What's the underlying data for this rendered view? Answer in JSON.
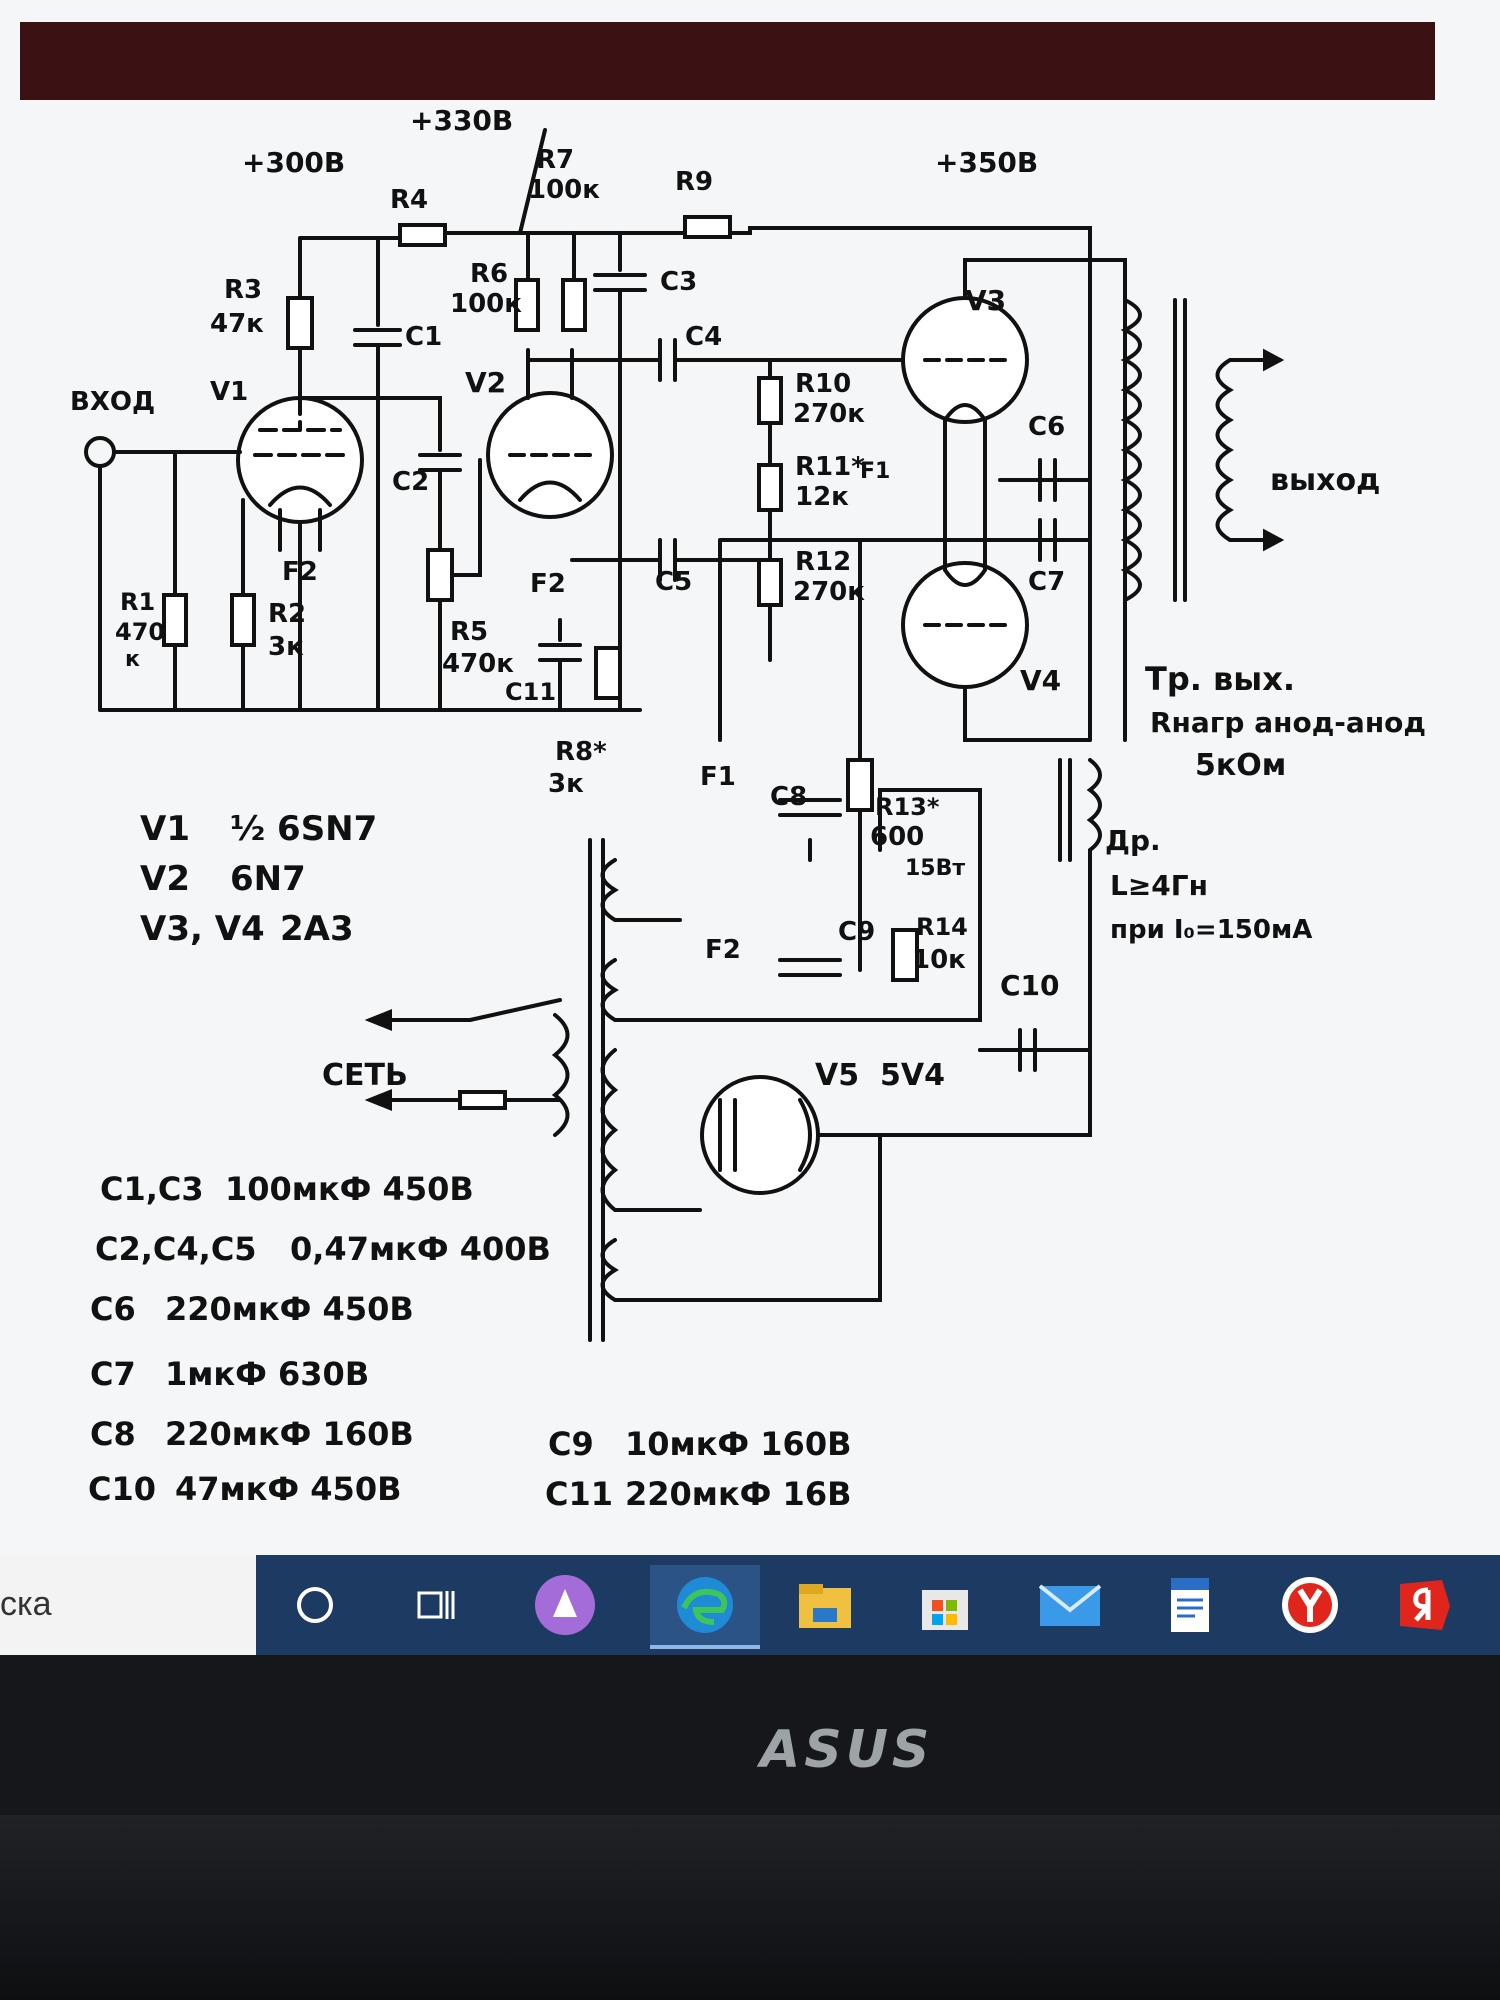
{
  "schematic": {
    "rails": {
      "v300": "+300В",
      "v330": "+330В",
      "v350": "+350В"
    },
    "io": {
      "input": "ВХОД",
      "output": "выход",
      "mains": "СЕТЬ"
    },
    "tubes": {
      "v1": "V1",
      "v2": "V2",
      "v3": "V3",
      "v4": "V4",
      "v5": "V5",
      "v5_type": "5V4"
    },
    "heaters": {
      "f1": "F1",
      "f2": "F2",
      "f1_mark": "F1"
    },
    "resistors": {
      "r1": "R1",
      "r1_val1": "470",
      "r1_val2": "к",
      "r2": "R2",
      "r2_val": "3к",
      "r3": "R3",
      "r3_val": "47к",
      "r4": "R4",
      "r5": "R5",
      "r5_val": "470к",
      "r6": "R6",
      "r6_val": "100к",
      "r7": "R7",
      "r7_val": "100к",
      "r8": "R8*",
      "r8_val": "3к",
      "r9": "R9",
      "r10": "R10",
      "r10_val": "270к",
      "r11": "R11*",
      "r11_val": "12к",
      "r12": "R12",
      "r12_val": "270к",
      "r13": "R13*",
      "r13_val": "600",
      "r13_extra": "15Вт",
      "r14": "R14",
      "r14_val": "10к"
    },
    "caps": {
      "c1": "C1",
      "c2": "C2",
      "c3": "C3",
      "c4": "C4",
      "c5": "C5",
      "c6": "C6",
      "c7": "C7",
      "c8": "C8",
      "c9": "C9",
      "c10": "C10",
      "c11": "C11"
    },
    "transformer": {
      "label": "Тр. вых.",
      "load": "Rнагр анод-анод",
      "load_val": "5кОм"
    },
    "choke": {
      "label": "Др.",
      "l": "L≥4Гн",
      "current": "при I₀=150мА"
    }
  },
  "tube_list": [
    {
      "name": "V1",
      "type": "½ 6SN7"
    },
    {
      "name": "V2",
      "type": "6N7"
    },
    {
      "name": "V3, V4",
      "type": "2A3"
    }
  ],
  "cap_list": [
    {
      "name": "C1,C3",
      "value": "100мкФ 450В"
    },
    {
      "name": "C2,C4,C5",
      "value": "0,47мкФ 400В"
    },
    {
      "name": "C6",
      "value": "220мкФ 450В"
    },
    {
      "name": "C7",
      "value": "1мкФ 630В"
    },
    {
      "name": "C8",
      "value": "220мкФ 160В"
    },
    {
      "name": "C10",
      "value": "47мкФ 450В"
    },
    {
      "name": "C9",
      "value": "10мкФ 160В"
    },
    {
      "name": "C11",
      "value": "220мкФ 16В"
    }
  ],
  "taskbar": {
    "search_text": "ска",
    "icons": [
      "cortana-circle-icon",
      "task-view-icon",
      "alice-icon",
      "edge-icon",
      "file-explorer-icon",
      "store-icon",
      "mail-icon",
      "document-icon",
      "yandex-icon",
      "yandex-browser-icon"
    ]
  },
  "monitor": {
    "brand": "ASUS"
  },
  "colors": {
    "top_bar": "#3b1114",
    "taskbar": "#1d3a63",
    "ink": "#111111"
  }
}
